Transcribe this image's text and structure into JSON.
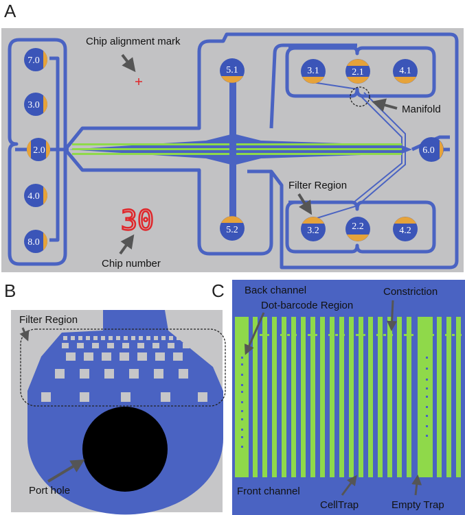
{
  "panels": {
    "a": {
      "letter": "A",
      "ports": {
        "p70": "7.0",
        "p30": "3.0",
        "p20": "2.0",
        "p40": "4.0",
        "p80": "8.0",
        "p51": "5.1",
        "p52": "5.2",
        "p60": "6.0",
        "p31": "3.1",
        "p21": "2.1",
        "p41": "4.1",
        "p32": "3.2",
        "p22": "2.2",
        "p42": "4.2"
      },
      "labels": {
        "alignment": "Chip alignment mark",
        "manifold": "Manifold",
        "filter": "Filter Region",
        "chip_number": "Chip number",
        "chip_digits": "30"
      },
      "colors": {
        "background": "#c2c2c4",
        "channel": "#4a63c2",
        "port": "#3b55b8",
        "valve": "#e6a33a",
        "center_line": "#8fd94a",
        "mark": "#e0262a"
      }
    },
    "b": {
      "letter": "B",
      "labels": {
        "filter": "Filter Region",
        "port_hole": "Port hole"
      },
      "colors": {
        "background": "#c6c6c8",
        "body": "#4a63c2",
        "hole": "#000000"
      }
    },
    "c": {
      "letter": "C",
      "labels": {
        "back_channel": "Back channel",
        "dot_barcode": "Dot-barcode Region",
        "constriction": "Constriction",
        "front_channel": "Front channel",
        "celltrap": "CellTrap",
        "empty_trap": "Empty Trap"
      },
      "colors": {
        "blue": "#4a63c2",
        "green": "#8fd94a"
      }
    }
  }
}
